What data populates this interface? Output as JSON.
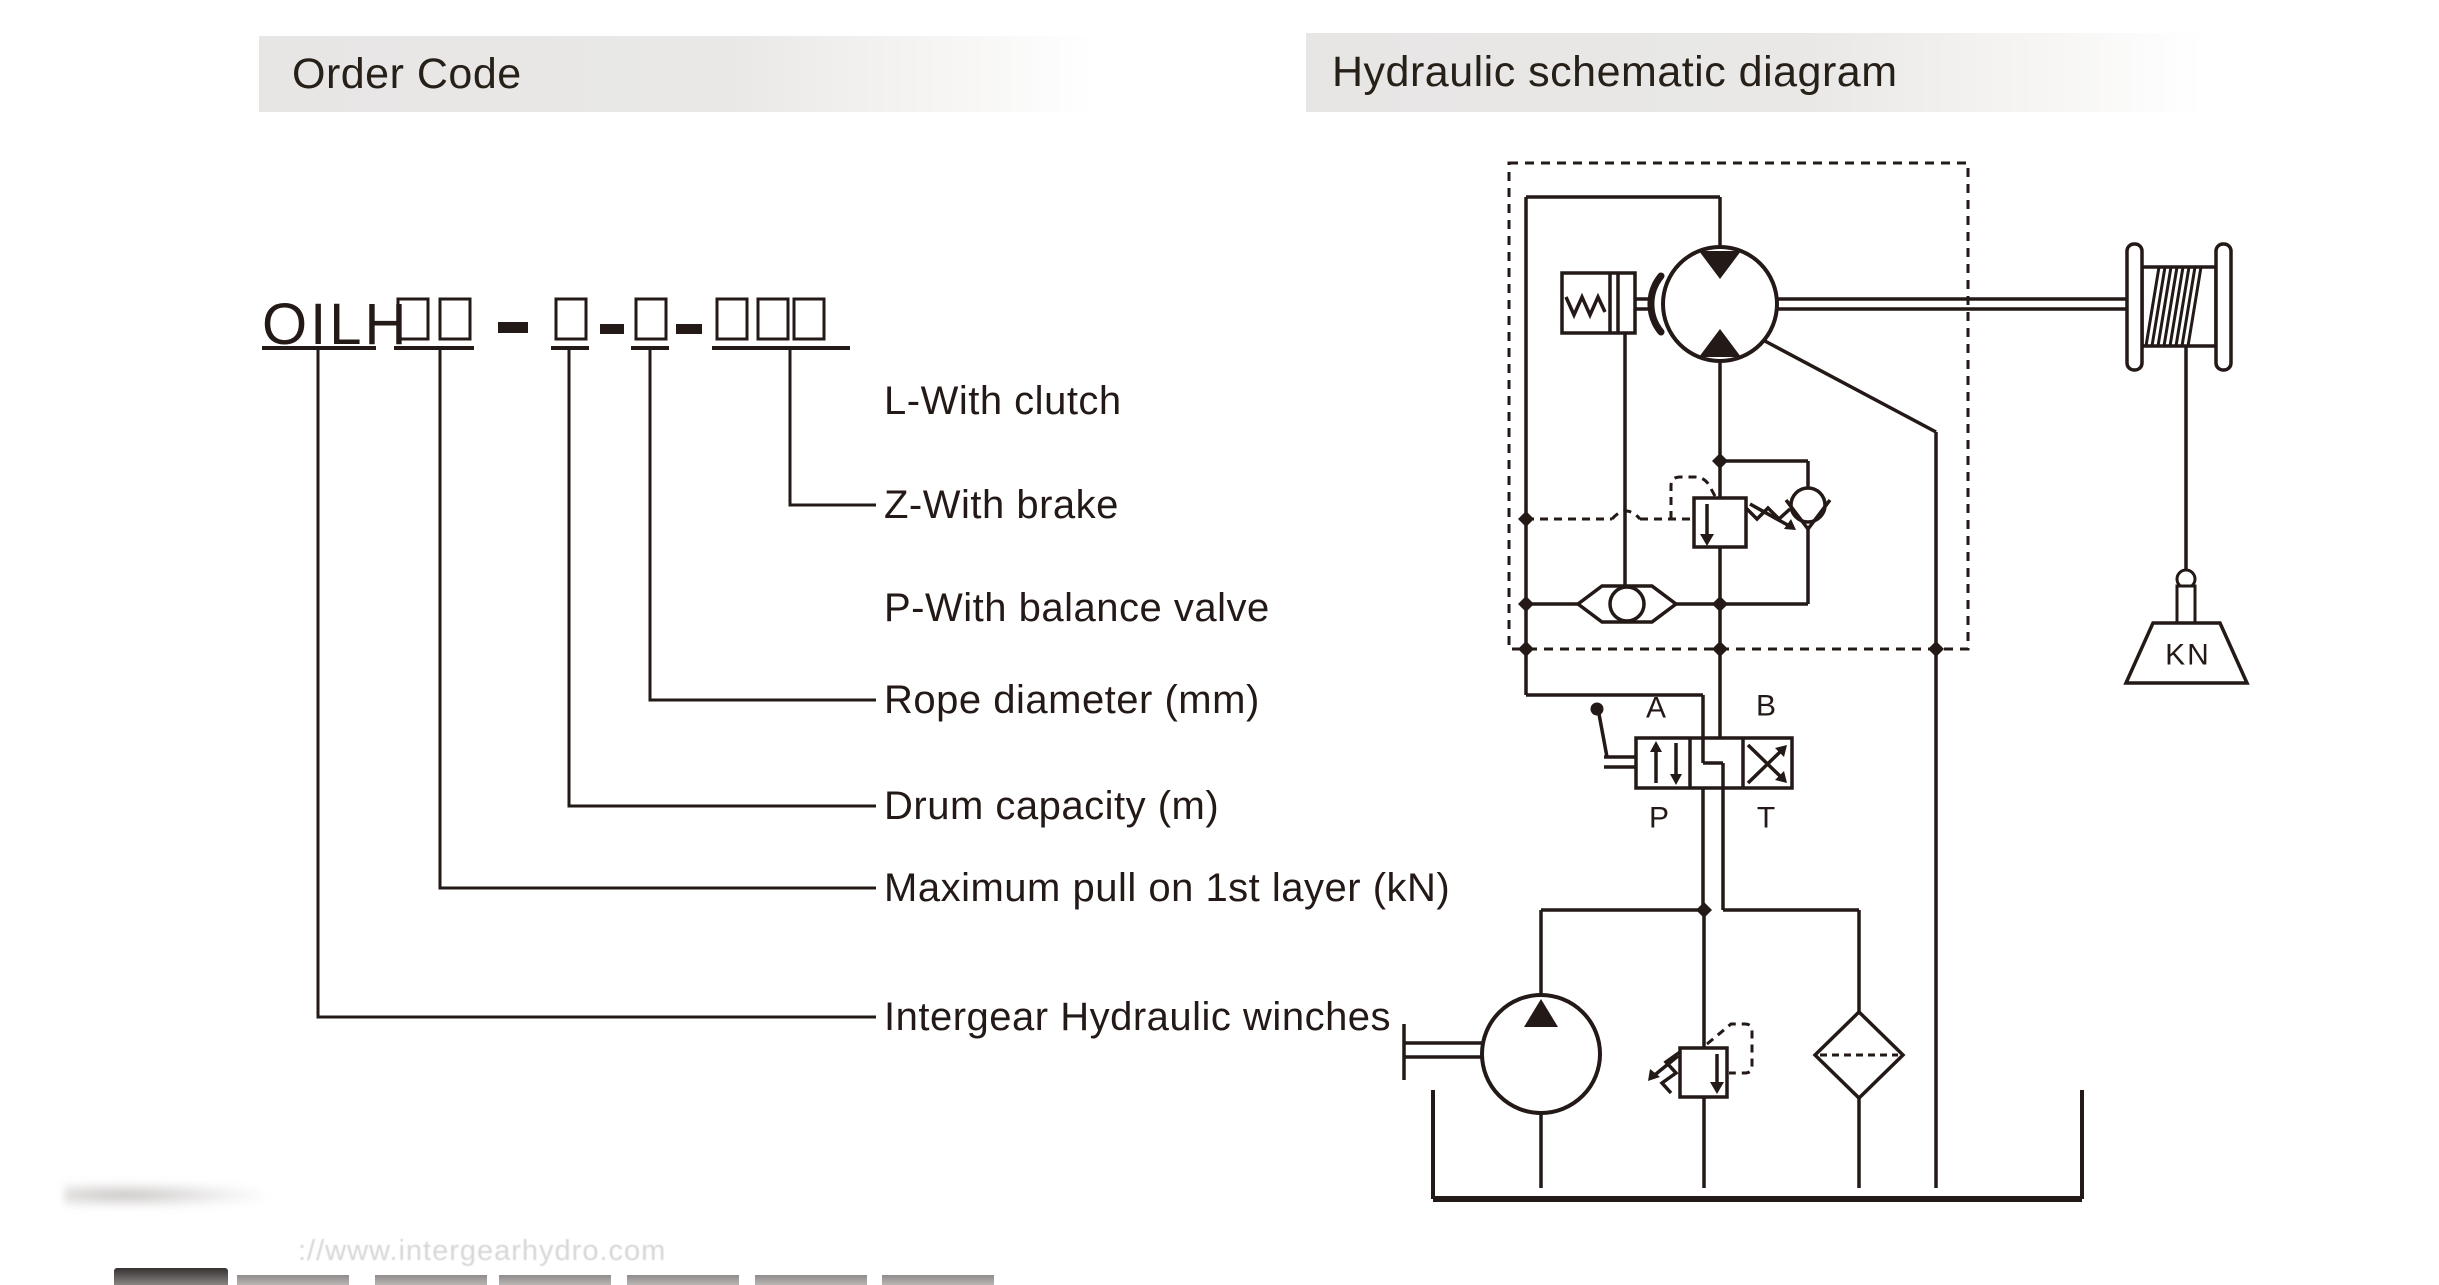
{
  "colors": {
    "ink": "#231916",
    "header_bg": "#e9e8e7"
  },
  "headers": {
    "left": "Order Code",
    "right": "Hydraulic schematic diagram"
  },
  "order_code": {
    "prefix": "OILH",
    "options": [
      "L-With clutch",
      "Z-With brake",
      "P-With balance valve",
      "Rope diameter  (mm)",
      "Drum capacity (m)",
      "Maximum pull on 1st layer (kN)",
      "Intergear Hydraulic winches"
    ]
  },
  "schematic": {
    "ports": {
      "a": "A",
      "b": "B",
      "p": "P",
      "t": "T"
    },
    "load_label": "KN"
  },
  "footer": {
    "watermark": "://www.intergearhydro.com"
  }
}
